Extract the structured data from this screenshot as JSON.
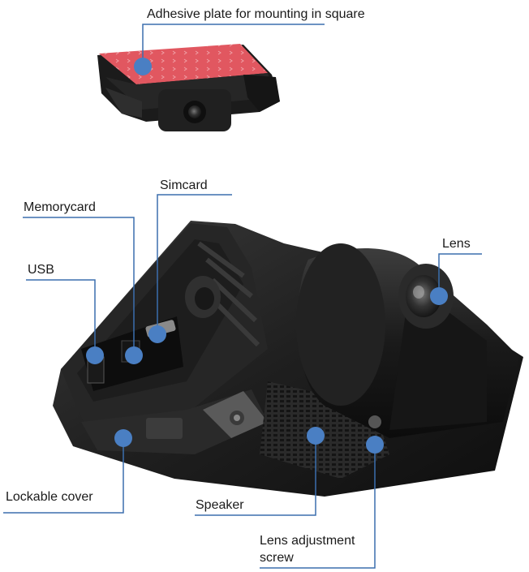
{
  "labels": {
    "adhesive": "Adhesive plate for mounting in square",
    "simcard": "Simcard",
    "memorycard": "Memorycard",
    "usb": "USB",
    "lens": "Lens",
    "lockable_cover": "Lockable cover",
    "speaker": "Speaker",
    "lens_adjustment_line1": "Lens adjustment",
    "lens_adjustment_line2": "screw"
  },
  "colors": {
    "callout_line": "#3b6fae",
    "dot": "#4a7fc3",
    "adhesive": "#e0505a",
    "device_dark": "#1c1c1c",
    "device_mid": "#2c2c2c"
  }
}
